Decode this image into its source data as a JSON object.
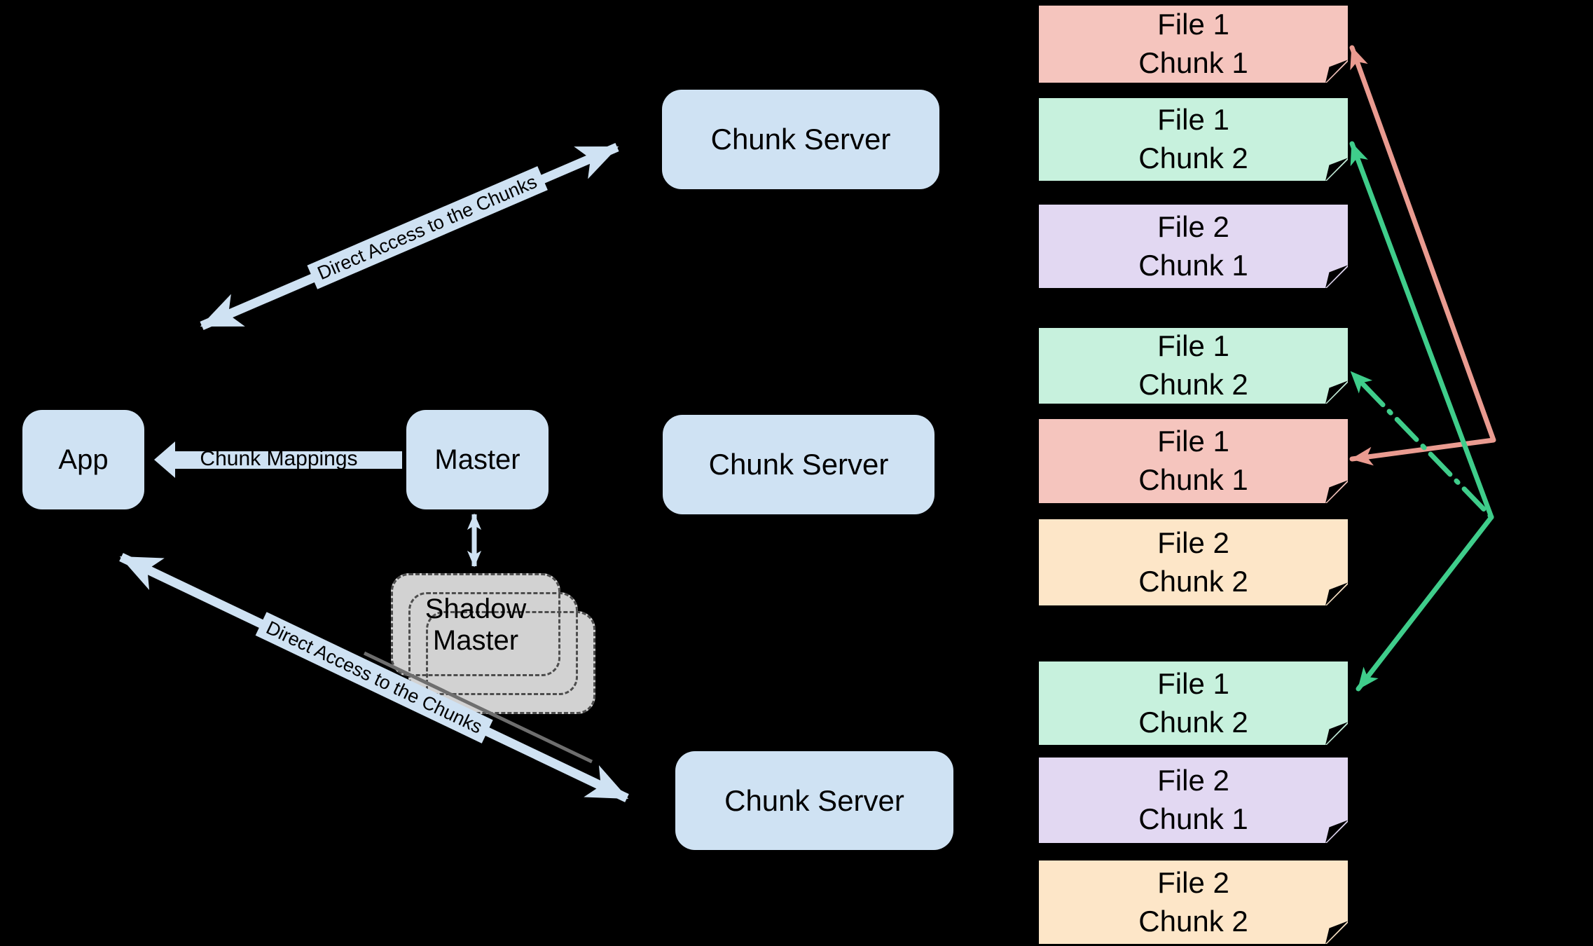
{
  "colors": {
    "background": "#000000",
    "node_fill": "#cfe2f3",
    "shadow_fill": "#d2d2d2",
    "shadow_border": "#4d4d4d",
    "arrow_blue": "#cfe2f3",
    "arrow_salmon": "#ea9b90",
    "arrow_green": "#3fcd8b",
    "arrow_shadow_gray": "#6e6e6e",
    "text": "#000000"
  },
  "nodes": {
    "app": {
      "label": "App"
    },
    "master": {
      "label": "Master"
    },
    "shadow_master": {
      "label": "Shadow Master"
    },
    "chunk_server_1": {
      "label": "Chunk Server"
    },
    "chunk_server_2": {
      "label": "Chunk Server"
    },
    "chunk_server_3": {
      "label": "Chunk Server"
    }
  },
  "edges": {
    "chunk_mappings": {
      "label": "Chunk Mappings"
    },
    "direct_access_top": {
      "label": "Direct Access to the Chunks"
    },
    "direct_access_bottom": {
      "label": "Direct Access to the Chunks"
    }
  },
  "chunks": [
    {
      "file": "File 1",
      "chunk": "Chunk 1",
      "color": "#f5c5be",
      "server": 1
    },
    {
      "file": "File 1",
      "chunk": "Chunk 2",
      "color": "#c7f1dd",
      "server": 1
    },
    {
      "file": "File 2",
      "chunk": "Chunk 1",
      "color": "#e2d8f2",
      "server": 1
    },
    {
      "file": "File 1",
      "chunk": "Chunk 2",
      "color": "#c7f1dd",
      "server": 2
    },
    {
      "file": "File 1",
      "chunk": "Chunk 1",
      "color": "#f5c5be",
      "server": 2
    },
    {
      "file": "File 2",
      "chunk": "Chunk 2",
      "color": "#fde6c8",
      "server": 2
    },
    {
      "file": "File 1",
      "chunk": "Chunk 2",
      "color": "#c7f1dd",
      "server": 3
    },
    {
      "file": "File 2",
      "chunk": "Chunk 1",
      "color": "#e2d8f2",
      "server": 3
    },
    {
      "file": "File 2",
      "chunk": "Chunk 2",
      "color": "#fde6c8",
      "server": 3
    }
  ]
}
